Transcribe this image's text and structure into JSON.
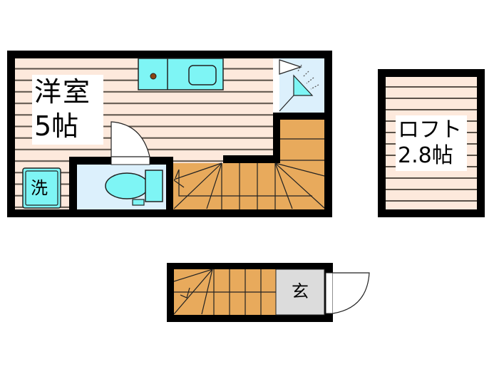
{
  "floor_plan": {
    "colors": {
      "wall": "#000000",
      "floor": "#fde9dc",
      "floor_line": "#5a5148",
      "fixture": "#7ef5f5",
      "wet_area": "#dcf0fc",
      "stairs": "#e8aa5c",
      "genkan": "#dcdcdc",
      "door": "#ffffff",
      "stove_dot": "#8b4513"
    },
    "rooms": {
      "western_room": {
        "name": "洋室",
        "size": "5帖"
      },
      "loft": {
        "name": "ロフト",
        "size": "2.8帖"
      },
      "washer": {
        "label": "洗"
      },
      "entrance": {
        "label": "玄"
      }
    },
    "fixtures": [
      "kitchen-counter",
      "stove",
      "sink",
      "shower-room",
      "toilet",
      "stairs-upper",
      "stairs-lower"
    ]
  }
}
